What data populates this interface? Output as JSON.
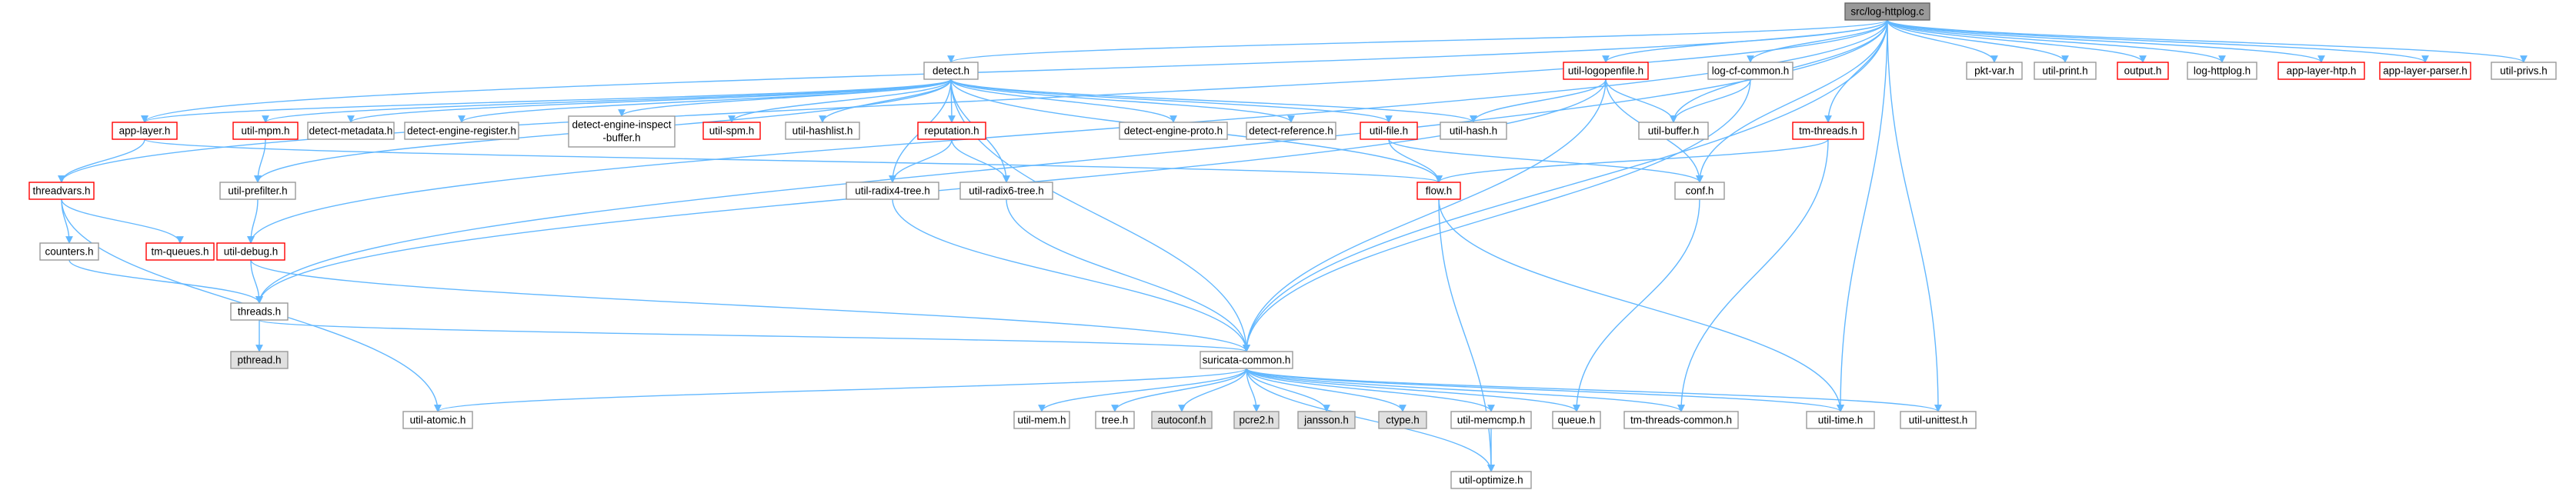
{
  "colors": {
    "edge": "#63b8ff",
    "box_border": "#999999",
    "box_fill": "#ffffff",
    "root_fill": "#999999",
    "root_border": "#666666",
    "missing_fill": "#e0e0e0",
    "missing_border": "#999999",
    "truncated_border": "#ff0000"
  },
  "nodes": [
    {
      "id": "root",
      "label": "src/log-httplog.c",
      "kind": "root"
    },
    {
      "id": "detect",
      "label": "detect.h",
      "kind": "normal"
    },
    {
      "id": "util_logopenfile",
      "label": "util-logopenfile.h",
      "kind": "truncated"
    },
    {
      "id": "log_cf_common",
      "label": "log-cf-common.h",
      "kind": "normal"
    },
    {
      "id": "util_mpm",
      "label": "util-mpm.h",
      "kind": "truncated"
    },
    {
      "id": "app_layer",
      "label": "app-layer.h",
      "kind": "truncated"
    },
    {
      "id": "detect_metadata",
      "label": "detect-metadata.h",
      "kind": "normal"
    },
    {
      "id": "detect_engine_register",
      "label": "detect-engine-register.h",
      "kind": "normal"
    },
    {
      "id": "detect_engine_inspect",
      "label": "detect-engine-inspect-buffer.h",
      "lines": [
        "detect-engine-inspect",
        "-buffer.h"
      ],
      "kind": "normal"
    },
    {
      "id": "util_spm",
      "label": "util-spm.h",
      "kind": "truncated"
    },
    {
      "id": "util_hashlist",
      "label": "util-hashlist.h",
      "kind": "normal"
    },
    {
      "id": "reputation",
      "label": "reputation.h",
      "kind": "truncated"
    },
    {
      "id": "detect_engine_proto",
      "label": "detect-engine-proto.h",
      "kind": "normal"
    },
    {
      "id": "detect_reference",
      "label": "detect-reference.h",
      "kind": "normal"
    },
    {
      "id": "util_file",
      "label": "util-file.h",
      "kind": "truncated"
    },
    {
      "id": "util_hash",
      "label": "util-hash.h",
      "kind": "normal"
    },
    {
      "id": "util_buffer",
      "label": "util-buffer.h",
      "kind": "normal"
    },
    {
      "id": "tm_threads",
      "label": "tm-threads.h",
      "kind": "truncated"
    },
    {
      "id": "pkt_var",
      "label": "pkt-var.h",
      "kind": "normal"
    },
    {
      "id": "util_print",
      "label": "util-print.h",
      "kind": "normal"
    },
    {
      "id": "output",
      "label": "output.h",
      "kind": "truncated"
    },
    {
      "id": "log_httplog_h",
      "label": "log-httplog.h",
      "kind": "normal"
    },
    {
      "id": "app_layer_htp",
      "label": "app-layer-htp.h",
      "kind": "truncated"
    },
    {
      "id": "app_layer_parser",
      "label": "app-layer-parser.h",
      "kind": "truncated"
    },
    {
      "id": "util_privs",
      "label": "util-privs.h",
      "kind": "normal"
    },
    {
      "id": "threadvars",
      "label": "threadvars.h",
      "kind": "truncated"
    },
    {
      "id": "util_prefilter",
      "label": "util-prefilter.h",
      "kind": "normal"
    },
    {
      "id": "util_radix4",
      "label": "util-radix4-tree.h",
      "kind": "normal"
    },
    {
      "id": "util_radix6",
      "label": "util-radix6-tree.h",
      "kind": "normal"
    },
    {
      "id": "flow",
      "label": "flow.h",
      "kind": "truncated"
    },
    {
      "id": "conf",
      "label": "conf.h",
      "kind": "normal"
    },
    {
      "id": "counters",
      "label": "counters.h",
      "kind": "normal"
    },
    {
      "id": "tm_queues",
      "label": "tm-queues.h",
      "kind": "truncated"
    },
    {
      "id": "util_debug",
      "label": "util-debug.h",
      "kind": "truncated"
    },
    {
      "id": "threads",
      "label": "threads.h",
      "kind": "normal"
    },
    {
      "id": "pthread",
      "label": "pthread.h",
      "kind": "missing"
    },
    {
      "id": "suricata_common",
      "label": "suricata-common.h",
      "kind": "normal"
    },
    {
      "id": "util_atomic",
      "label": "util-atomic.h",
      "kind": "normal"
    },
    {
      "id": "util_mem",
      "label": "util-mem.h",
      "kind": "normal"
    },
    {
      "id": "tree",
      "label": "tree.h",
      "kind": "normal"
    },
    {
      "id": "autoconf",
      "label": "autoconf.h",
      "kind": "missing"
    },
    {
      "id": "pcre2",
      "label": "pcre2.h",
      "kind": "missing"
    },
    {
      "id": "jansson",
      "label": "jansson.h",
      "kind": "missing"
    },
    {
      "id": "ctype",
      "label": "ctype.h",
      "kind": "missing"
    },
    {
      "id": "util_memcmp",
      "label": "util-memcmp.h",
      "kind": "normal"
    },
    {
      "id": "queue",
      "label": "queue.h",
      "kind": "normal"
    },
    {
      "id": "tm_threads_common",
      "label": "tm-threads-common.h",
      "kind": "normal"
    },
    {
      "id": "util_time",
      "label": "util-time.h",
      "kind": "normal"
    },
    {
      "id": "util_unittest",
      "label": "util-unittest.h",
      "kind": "normal"
    },
    {
      "id": "util_optimize",
      "label": "util-optimize.h",
      "kind": "normal"
    }
  ],
  "edges": [
    [
      "root",
      "detect"
    ],
    [
      "root",
      "util_logopenfile"
    ],
    [
      "root",
      "log_cf_common"
    ],
    [
      "root",
      "tm_threads"
    ],
    [
      "root",
      "pkt_var"
    ],
    [
      "root",
      "util_print"
    ],
    [
      "root",
      "output"
    ],
    [
      "root",
      "log_httplog_h"
    ],
    [
      "root",
      "app_layer_htp"
    ],
    [
      "root",
      "app_layer_parser"
    ],
    [
      "root",
      "util_privs"
    ],
    [
      "root",
      "threadvars"
    ],
    [
      "root",
      "util_debug"
    ],
    [
      "root",
      "threads"
    ],
    [
      "root",
      "app_layer"
    ],
    [
      "root",
      "suricata_common"
    ],
    [
      "root",
      "util_buffer"
    ],
    [
      "root",
      "conf"
    ],
    [
      "root",
      "util_time"
    ],
    [
      "root",
      "util_unittest"
    ],
    [
      "detect",
      "util_mpm"
    ],
    [
      "detect",
      "app_layer"
    ],
    [
      "detect",
      "detect_metadata"
    ],
    [
      "detect",
      "detect_engine_register"
    ],
    [
      "detect",
      "detect_engine_inspect"
    ],
    [
      "detect",
      "util_spm"
    ],
    [
      "detect",
      "util_hashlist"
    ],
    [
      "detect",
      "reputation"
    ],
    [
      "detect",
      "detect_engine_proto"
    ],
    [
      "detect",
      "detect_reference"
    ],
    [
      "detect",
      "util_file"
    ],
    [
      "detect",
      "util_hash"
    ],
    [
      "detect",
      "util_prefilter"
    ],
    [
      "detect",
      "util_radix4"
    ],
    [
      "detect",
      "util_radix6"
    ],
    [
      "detect",
      "flow"
    ],
    [
      "detect",
      "suricata_common"
    ],
    [
      "util_logopenfile",
      "util_hash"
    ],
    [
      "util_logopenfile",
      "util_buffer"
    ],
    [
      "util_logopenfile",
      "threads"
    ],
    [
      "util_logopenfile",
      "conf"
    ],
    [
      "util_logopenfile",
      "suricata_common"
    ],
    [
      "log_cf_common",
      "util_buffer"
    ],
    [
      "log_cf_common",
      "suricata_common"
    ],
    [
      "util_mpm",
      "util_prefilter"
    ],
    [
      "util_prefilter",
      "util_debug"
    ],
    [
      "app_layer",
      "threadvars"
    ],
    [
      "app_layer",
      "flow"
    ],
    [
      "reputation",
      "util_radix4"
    ],
    [
      "reputation",
      "util_radix6"
    ],
    [
      "util_file",
      "flow"
    ],
    [
      "util_file",
      "conf"
    ],
    [
      "tm_threads",
      "flow"
    ],
    [
      "tm_threads",
      "tm_threads_common"
    ],
    [
      "threadvars",
      "counters"
    ],
    [
      "threadvars",
      "tm_queues"
    ],
    [
      "threadvars",
      "util_atomic"
    ],
    [
      "counters",
      "threads"
    ],
    [
      "util_debug",
      "threads"
    ],
    [
      "util_debug",
      "suricata_common"
    ],
    [
      "util_radix4",
      "suricata_common"
    ],
    [
      "util_radix6",
      "suricata_common"
    ],
    [
      "flow",
      "util_optimize"
    ],
    [
      "flow",
      "util_time"
    ],
    [
      "conf",
      "queue"
    ],
    [
      "threads",
      "pthread"
    ],
    [
      "threads",
      "suricata_common"
    ],
    [
      "suricata_common",
      "util_atomic"
    ],
    [
      "suricata_common",
      "util_mem"
    ],
    [
      "suricata_common",
      "tree"
    ],
    [
      "suricata_common",
      "autoconf"
    ],
    [
      "suricata_common",
      "pcre2"
    ],
    [
      "suricata_common",
      "jansson"
    ],
    [
      "suricata_common",
      "ctype"
    ],
    [
      "suricata_common",
      "util_memcmp"
    ],
    [
      "suricata_common",
      "queue"
    ],
    [
      "suricata_common",
      "tm_threads_common"
    ],
    [
      "suricata_common",
      "util_time"
    ],
    [
      "suricata_common",
      "util_unittest"
    ],
    [
      "suricata_common",
      "util_optimize"
    ],
    [
      "util_memcmp",
      "util_optimize"
    ]
  ]
}
